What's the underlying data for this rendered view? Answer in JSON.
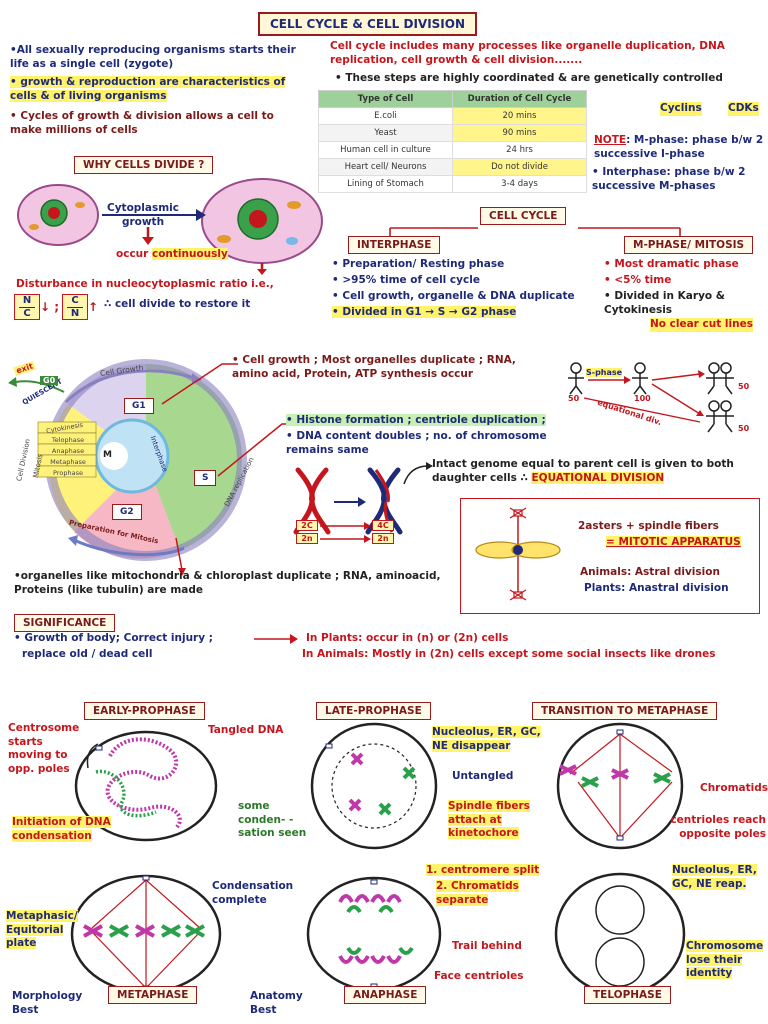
{
  "title": "CELL CYCLE & CELL DIVISION",
  "intro": {
    "bullet1": "•All sexually reproducing organisms starts their life as a single cell (zygote)",
    "bullet2": "• growth & reproduction are characteristics of cells & of living organisms",
    "bullet3": "• Cycles of growth & division allows a cell to make millions of cells"
  },
  "right_intro": {
    "line1": "Cell cycle includes many processes like organelle duplication, DNA replication, cell growth & cell division.......",
    "line2": "• These steps are highly coordinated & are genetically controlled",
    "cyclins": "Cyclins",
    "cdks": "CDKs"
  },
  "table": {
    "headers": [
      "Type of Cell",
      "Duration of Cell Cycle"
    ],
    "rows": [
      [
        "E.coli",
        "20 mins"
      ],
      [
        "Yeast",
        "90 mins"
      ],
      [
        "Human cell in culture",
        "24 hrs"
      ],
      [
        "Heart cell/ Neurons",
        "Do not divide"
      ],
      [
        "Lining of Stomach",
        "3-4 days"
      ]
    ]
  },
  "notes": {
    "note_label": "NOTE",
    "note": ": M-phase: phase b/w 2 successive I-phase",
    "interphase": "• Interphase: phase b/w 2 successive M-phases"
  },
  "why_divide": {
    "title": "WHY CELLS DIVIDE ?",
    "growth": "Cytoplasmic growth",
    "occur": "occur",
    "continuously": "continuously",
    "disturbance": "Disturbance in nucleocytoplasmic ratio i.e.,",
    "restore": "∴ cell divide to restore it",
    "ratio1_num": "N",
    "ratio1_den": "C",
    "ratio2_num": "C",
    "ratio2_den": "N"
  },
  "cell_cycle": {
    "title": "CELL CYCLE",
    "interphase_title": "INTERPHASE",
    "interphase_items": [
      "• Preparation/ Resting phase",
      "• >95% time of cell cycle",
      "• Cell growth, organelle & DNA duplicate",
      "• Divided in G1 → S → G2 phase"
    ],
    "mphase_title": "M-PHASE/ MITOSIS",
    "mphase_items": [
      "• Most dramatic phase",
      "• <5% time",
      "• Divided in Karyo & Cytokinesis"
    ],
    "no_clear": "No clear cut lines"
  },
  "cycle_diagram": {
    "exit": "exit",
    "quiescent": "QUIESCENT",
    "g0": "G0",
    "cell_growth": "Cell Growth",
    "g1": "G1",
    "s": "S",
    "g2": "G2",
    "m": "M",
    "interphase": "Interphase",
    "dna_replication": "DNA replication",
    "prep_mitosis": "Preparation for Mitosis",
    "cell_division": "Cell Division",
    "mitosis": "Mitosis",
    "cytokinesis": "Cytokinesis",
    "phases": [
      "Telophase",
      "Anaphase",
      "Metaphase",
      "Prophase"
    ]
  },
  "g1_note": "• Cell growth ; Most organelles duplicate ; RNA, amino acid, Protein, ATP synthesis occur",
  "s_note1": "• Histone formation ; centriole duplication ;",
  "s_note2": "• DNA content doubles ; no. of chromosome remains same",
  "g2_note": "•organelles like mitochondria & chloroplast duplicate ; RNA, aminoacid, Proteins (like tubulin) are made",
  "ploidy": {
    "a1": "2C",
    "a2": "2n",
    "b1": "4C",
    "b2": "2n"
  },
  "equational": {
    "text": "Intact genome equal to parent cell is given to both daughter cells ∴",
    "label": "EQUATIONAL DIVISION"
  },
  "people": {
    "sphase": "S-phase",
    "n50": "50",
    "n100": "100",
    "eq_div": "equational div.",
    "r1": "50",
    "r2": "50"
  },
  "apparatus": {
    "line1": "2asters + spindle fibers",
    "line2": "= MITOTIC APPARATUS",
    "animals": "Animals: Astral division",
    "plants": "Plants: Anastral division"
  },
  "significance": {
    "title": "SIGNIFICANCE",
    "left1": "• Growth of body; Correct injury ;",
    "left2": "replace old / dead cell",
    "plants": "In Plants: occur in (n) or (2n) cells",
    "animals": "In Animals: Mostly in (2n) cells except some social insects like drones"
  },
  "stages": {
    "early_prophase": "EARLY-PROPHASE",
    "late_prophase": "LATE-PROPHASE",
    "transition": "TRANSITION TO METAPHASE",
    "metaphase": "METAPHASE",
    "anaphase": "ANAPHASE",
    "telophase": "TELOPHASE"
  },
  "labels": {
    "centrosome": "Centrosome starts moving to opp. poles",
    "tangled": "Tangled DNA",
    "initiation": "Initiation of DNA condensation",
    "nucleolus": "Nucleolus, ER, GC, NE disappear",
    "untangled": "Untangled",
    "some_cond": "some conden- -sation seen",
    "spindle": "Spindle fibers attach at kinetochore",
    "chromatids": "Chromatids",
    "centrioles": "centrioles reach opposite poles",
    "cond_complete": "Condensation complete",
    "met_plate": "Metaphasic/ Equitorial plate",
    "centromere": "1. centromere split",
    "chromatids_sep": "2. Chromatids separate",
    "trail": "Trail behind",
    "face": "Face centrioles",
    "nuc_reap": "Nucleolus, ER, GC, NE reap.",
    "chromosome_lose": "Chromosome lose their identity",
    "morphology": "Morphology Best",
    "anatomy": "Anatomy Best"
  }
}
